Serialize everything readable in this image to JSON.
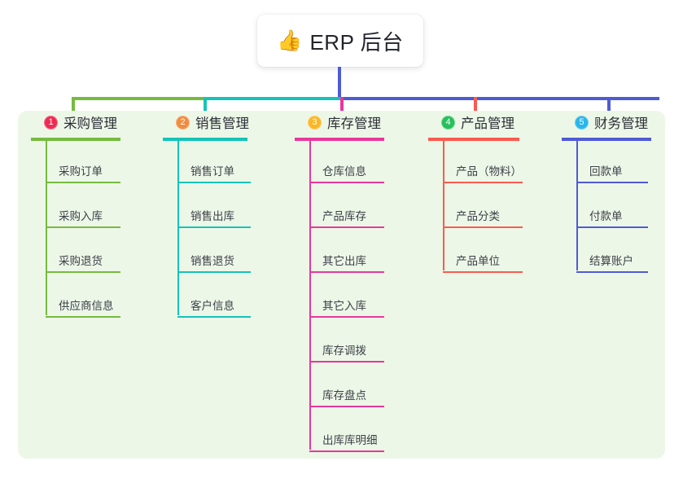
{
  "title": {
    "emoji": "👍",
    "emoji_name": "thumbs-up-icon",
    "text": "ERP 后台"
  },
  "palette": {
    "panel_bg": "#edf7e8",
    "card_bg": "#ffffff",
    "stem": "#4f5bd5",
    "text": "#2c2f36"
  },
  "columns": [
    {
      "number": "1",
      "title": "采购管理",
      "badge_color": "#ef2b52",
      "line_color": "#76bb3f",
      "rule_color": "#76bb3f",
      "items": [
        "采购订单",
        "采购入库",
        "采购退货",
        "供应商信息"
      ]
    },
    {
      "number": "2",
      "title": "销售管理",
      "badge_color": "#f28c3c",
      "line_color": "#14c4b8",
      "rule_color": "#14c4b8",
      "items": [
        "销售订单",
        "销售出库",
        "销售退货",
        "客户信息"
      ]
    },
    {
      "number": "3",
      "title": "库存管理",
      "badge_color": "#fbb724",
      "line_color": "#e8389b",
      "rule_color": "#e8389b",
      "items": [
        "仓库信息",
        "产品库存",
        "其它出库",
        "其它入库",
        "库存调拨",
        "库存盘点",
        "出库库明细"
      ]
    },
    {
      "number": "4",
      "title": "产品管理",
      "badge_color": "#25c05a",
      "line_color": "#fb5a4f",
      "rule_color": "#fb5a4f",
      "items": [
        "产品（物料）",
        "产品分类",
        "产品单位"
      ]
    },
    {
      "number": "5",
      "title": "财务管理",
      "badge_color": "#29b6ea",
      "line_color": "#4f5bd5",
      "rule_color": "#4f5bd5",
      "items": [
        "回款单",
        "付款单",
        "结算账户"
      ]
    }
  ]
}
